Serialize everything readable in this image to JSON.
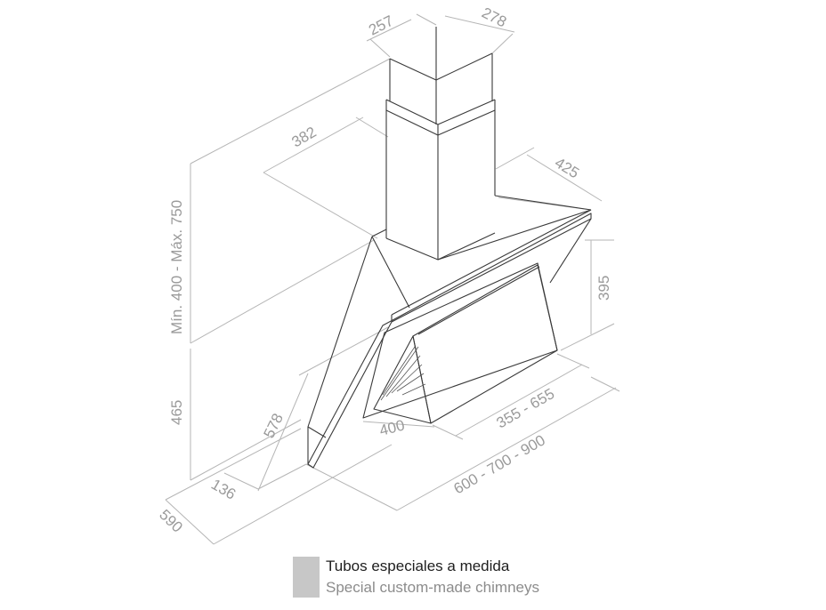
{
  "dimensions": {
    "chimney_depth": "257",
    "chimney_width": "278",
    "chimney_offset": "382",
    "hood_depth_top": "425",
    "height_range": "Mín. 400 - Máx. 750",
    "glass_height": "395",
    "hood_height": "465",
    "panel_depth": "578",
    "bottom_offset": "136",
    "overall_depth": "590",
    "panel_width_inner": "400",
    "panel_width_range": "355 - 655",
    "hood_width_options": "600 - 700 - 900"
  },
  "legend": {
    "swatch_color": "#c7c7c7",
    "text_es": "Tubos especiales a medida",
    "text_en": "Special custom-made chimneys"
  }
}
